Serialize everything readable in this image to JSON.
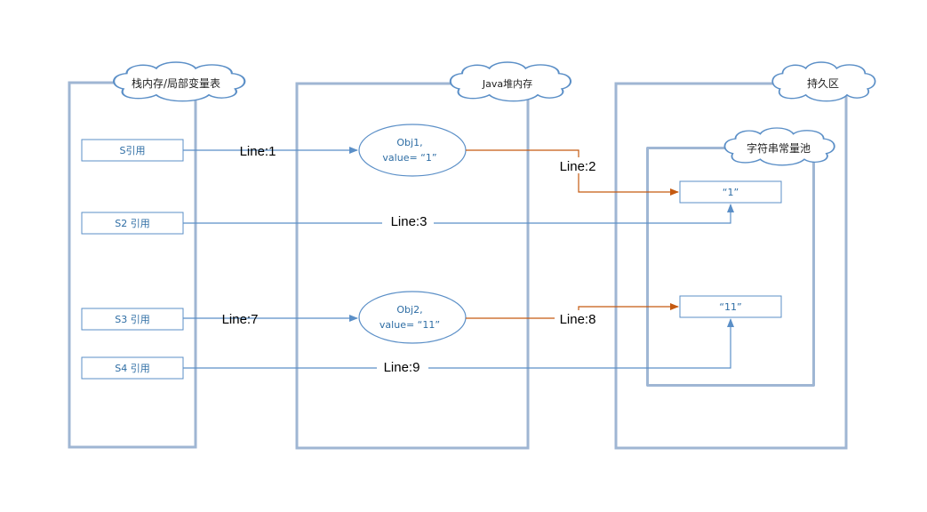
{
  "areas": {
    "stack": {
      "title": "栈内存/局部变量表"
    },
    "heap": {
      "title": "Java堆内存"
    },
    "permgen": {
      "title": "持久区"
    },
    "string_pool": {
      "title": "字符串常量池"
    }
  },
  "references": [
    {
      "id": "s",
      "label": "S引用"
    },
    {
      "id": "s2",
      "label": "S2 引用"
    },
    {
      "id": "s3",
      "label": "S3 引用"
    },
    {
      "id": "s4",
      "label": "S4 引用"
    }
  ],
  "objects": [
    {
      "id": "obj1",
      "line1": "Obj1,",
      "line2": "value= “1”"
    },
    {
      "id": "obj2",
      "line1": "Obj2,",
      "line2": "value= “11”"
    }
  ],
  "pool_entries": [
    {
      "id": "str1",
      "label": "“1”"
    },
    {
      "id": "str11",
      "label": "“11”"
    }
  ],
  "arrows": [
    {
      "id": "line1",
      "label": "Line:1",
      "from": "S引用",
      "to": "Obj1"
    },
    {
      "id": "line2",
      "label": "Line:2",
      "from": "Obj1",
      "to": "“1”"
    },
    {
      "id": "line3",
      "label": "Line:3",
      "from": "S2 引用",
      "to": "“1”"
    },
    {
      "id": "line7",
      "label": "Line:7",
      "from": "S3 引用",
      "to": "Obj2"
    },
    {
      "id": "line8",
      "label": "Line:8",
      "from": "Obj2",
      "to": "“11”"
    },
    {
      "id": "line9",
      "label": "Line:9",
      "from": "S4 引用",
      "to": "“11”"
    }
  ],
  "colors": {
    "reference_arrow": "#5b8fc7",
    "value_arrow": "#c55a11",
    "panel_border": "#9fb6d3",
    "text_blue": "#2e6da4"
  }
}
